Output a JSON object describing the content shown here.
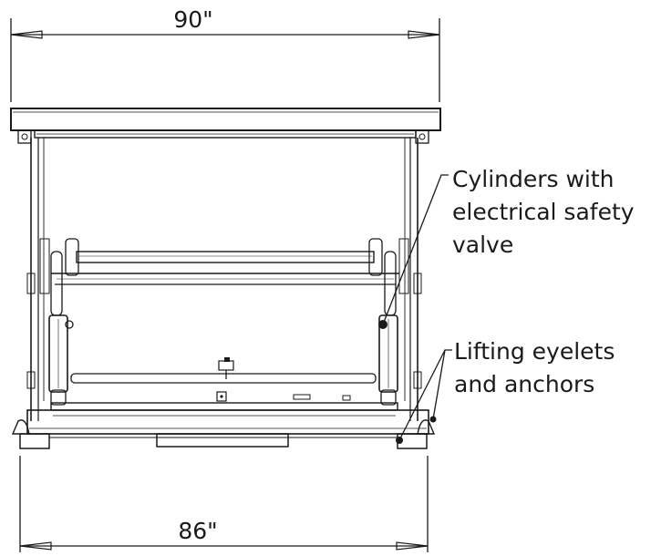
{
  "dimensions": {
    "top_width": "90\"",
    "bottom_width": "86\""
  },
  "callouts": {
    "cylinders": [
      "Cylinders with",
      "electrical safety",
      "valve"
    ],
    "lifting": [
      "Lifting eyelets",
      "and anchors"
    ]
  },
  "colors": {
    "line": "#1a1a1a",
    "background": "#ffffff"
  }
}
